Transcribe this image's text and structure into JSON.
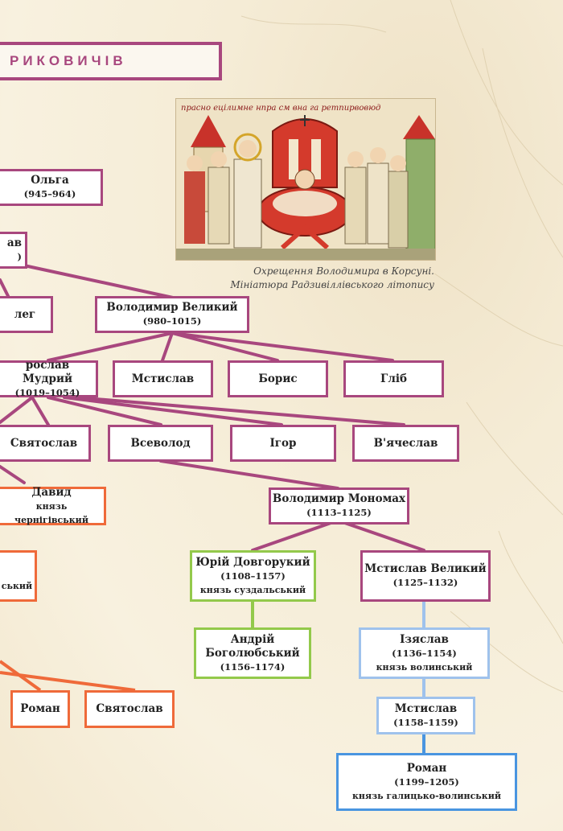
{
  "title": "РИКОВИЧІВ",
  "miniature": {
    "inscription": "прасно ецілимне нпра см вна га ретпирвовюд",
    "caption_line1": "Охрещення Володимира в Корсуні.",
    "caption_line2": "Мініатюра Радзивіллівського літопису"
  },
  "colors": {
    "purple": "#a8477e",
    "orange": "#ef6a3a",
    "green": "#93c94b",
    "light_blue": "#9fc2ec",
    "blue": "#4a95e0"
  },
  "nodes": {
    "olga": {
      "name": "Ольга",
      "years": "(945–964)"
    },
    "sviatoslav_top": {
      "name": "ав",
      "years": ")"
    },
    "oleg": {
      "name": "лег"
    },
    "volodymyr": {
      "name": "Володимир Великий",
      "years": "(980–1015)"
    },
    "yaroslav": {
      "name": "рослав Мудрий",
      "years": "(1019–1054)"
    },
    "mstyslav1": {
      "name": "Мстислав"
    },
    "borys": {
      "name": "Борис"
    },
    "hlib": {
      "name": "Гліб"
    },
    "sviatoslav2": {
      "name": "Святослав"
    },
    "vsevolod": {
      "name": "Всеволод"
    },
    "ihor": {
      "name": "Ігор"
    },
    "viacheslav": {
      "name": "В'ячеслав"
    },
    "davyd": {
      "name": "Давид",
      "title": "князь чернігівський"
    },
    "monomakh": {
      "name": "Володимир Мономах",
      "years": "(1113–1125)"
    },
    "left_partial": {
      "title": "ський"
    },
    "yurii": {
      "name": "Юрій Довгорукий",
      "years": "(1108–1157)",
      "title": "князь суздальський"
    },
    "mstyslav_velykyi": {
      "name": "Мстислав Великий",
      "years": "(1125–1132)"
    },
    "andrii_line1": "Андрій",
    "andrii_line2": "Боголюбський",
    "andrii_years": "(1156–1174)",
    "iziaslav": {
      "name": "Ізяслав",
      "years": "(1136–1154)",
      "title": "князь волинський"
    },
    "roman_left": {
      "name": "Роман"
    },
    "sviatoslav_left": {
      "name": "Святослав"
    },
    "mstyslav_late": {
      "name": "Мстислав",
      "years": "(1158–1159)"
    },
    "roman": {
      "name": "Роман",
      "years": "(1199–1205)",
      "title": "князь галицько-волинський"
    }
  }
}
